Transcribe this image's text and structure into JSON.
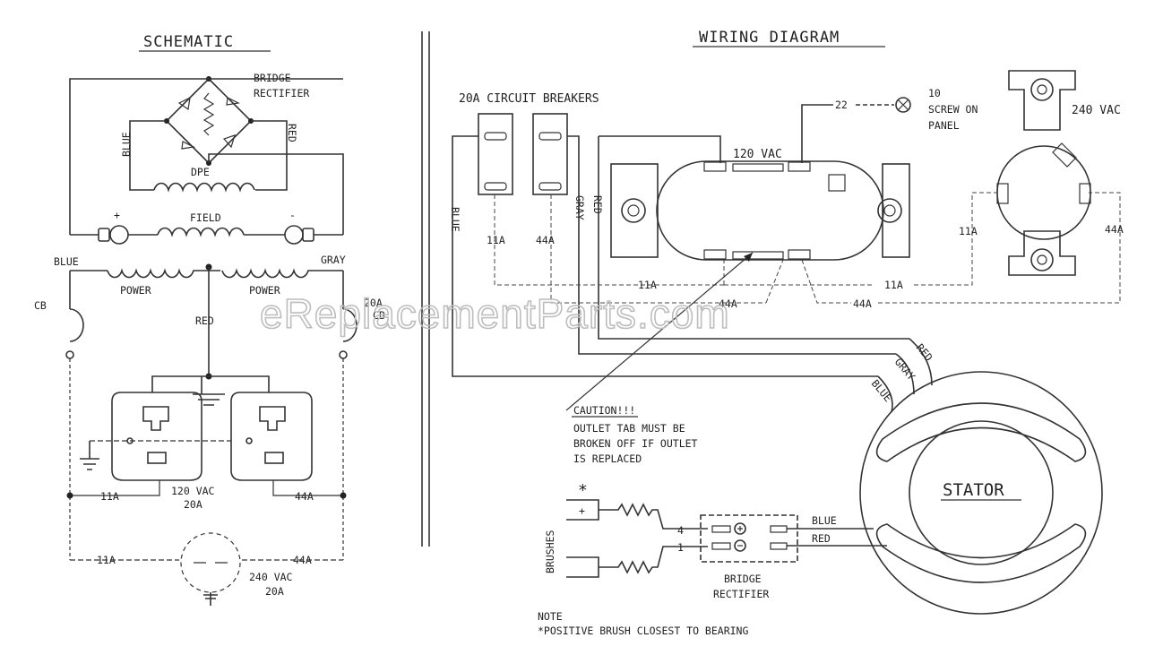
{
  "schematic": {
    "title": "SCHEMATIC",
    "bridge_line1": "BRIDGE",
    "bridge_line2": "RECTIFIER",
    "blue": "BLUE",
    "red": "RED",
    "dpe": "DPE",
    "field": "FIELD",
    "plus": "+",
    "minus": "-",
    "blue2": "BLUE",
    "gray": "GRAY",
    "power_left": "POWER",
    "power_right": "POWER",
    "red_mid": "RED",
    "cb_left_a": "CB",
    "cb_right_a": "20A",
    "cb_right_b": "CB",
    "a11_top": "11A",
    "v120": "120 VAC",
    "a20_top": "20A",
    "a44_top": "44A",
    "a11_bot": "11A",
    "a44_bot": "44A",
    "v240": "240 VAC",
    "a20_bot": "20A"
  },
  "wiring": {
    "title": "WIRING DIAGRAM",
    "breakers": "20A CIRCUIT BREAKERS",
    "n22": "22",
    "screw1": "10",
    "screw2": "SCREW ON",
    "screw3": "PANEL",
    "v240": "240 VAC",
    "v120": "120 VAC",
    "blue": "BLUE",
    "gray": "GRAY",
    "red": "RED",
    "b11": "11A",
    "b44": "44A",
    "r11": "11A",
    "r44": "44A",
    "l11": "11A",
    "l11b": "11A",
    "l44": "44A",
    "l44b": "44A",
    "stator_red": "RED",
    "stator_gray": "GRAY",
    "stator_blue": "BLUE",
    "stator": "STATOR",
    "caution": "CAUTION!!!",
    "caution1": "OUTLET TAB MUST BE",
    "caution2": "BROKEN OFF IF OUTLET",
    "caution3": "IS REPLACED",
    "star": "*",
    "plus": "+",
    "brushes": "BRUSHES",
    "n4": "4",
    "n1": "1",
    "out_blue": "BLUE",
    "out_red": "RED",
    "bridge1": "BRIDGE",
    "bridge2": "RECTIFIER",
    "note": "NOTE",
    "note_text": "*POSITIVE BRUSH CLOSEST TO BEARING"
  },
  "watermark": "eReplacementParts.com"
}
